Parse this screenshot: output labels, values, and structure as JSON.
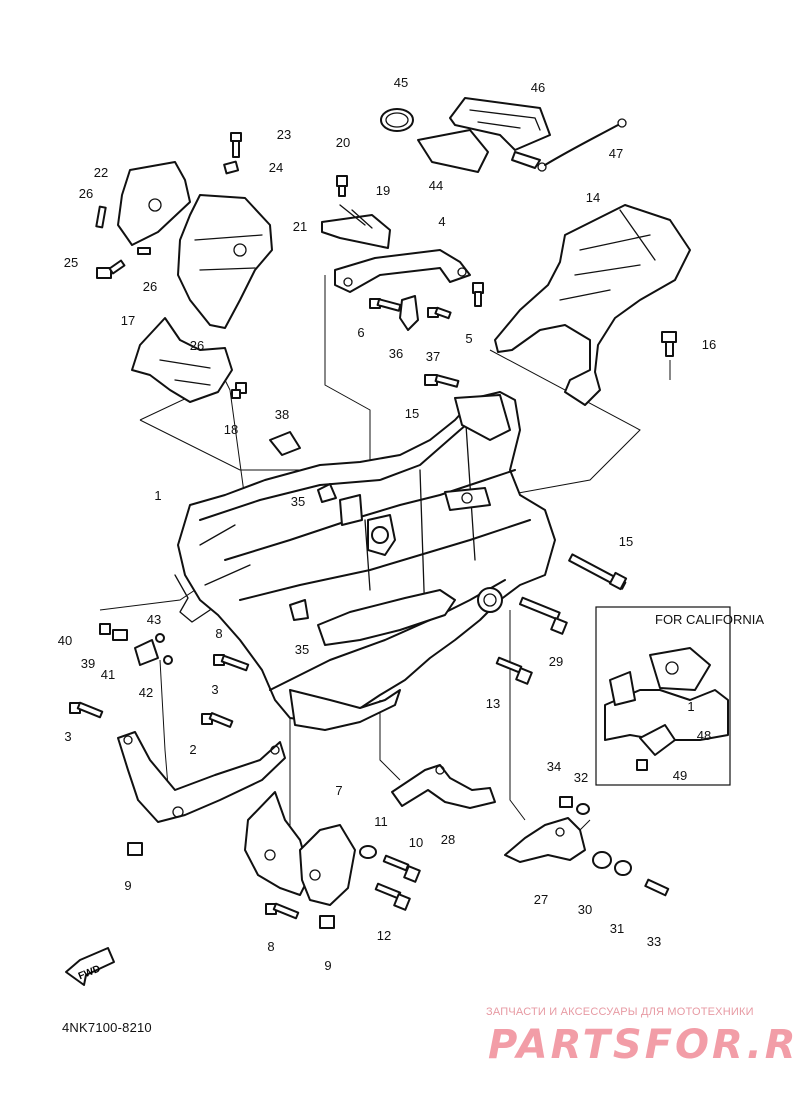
{
  "diagram_code": "4NK7100-8210",
  "inset_title": "FOR CALIFORNIA",
  "fwd_label": "FWD",
  "watermark": {
    "tagline": "ЗАПЧАСТИ И АКСЕССУАРЫ ДЛЯ МОТОТЕХНИКИ",
    "brand": "PARTSFOR.RU"
  },
  "callouts": [
    "45",
    "46",
    "47",
    "44",
    "23",
    "24",
    "20",
    "19",
    "22",
    "26",
    "21",
    "4",
    "14",
    "25",
    "26",
    "6",
    "36",
    "37",
    "5",
    "16",
    "17",
    "26",
    "18",
    "15",
    "38",
    "1",
    "35",
    "15",
    "35",
    "43",
    "40",
    "39",
    "41",
    "8",
    "42",
    "29",
    "13",
    "3",
    "3",
    "2",
    "7",
    "34",
    "32",
    "11",
    "10",
    "28",
    "9",
    "27",
    "30",
    "31",
    "12",
    "8",
    "9",
    "33",
    "1",
    "48",
    "49"
  ]
}
